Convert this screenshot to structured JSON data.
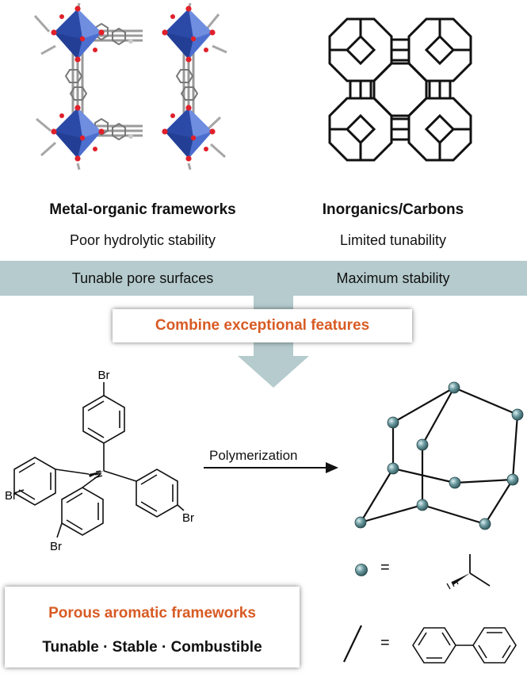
{
  "mof": {
    "title": "Metal-organic frameworks",
    "drawback": "Poor hydrolytic stability",
    "strength": "Tunable pore surfaces"
  },
  "inorganic": {
    "title": "Inorganics/Carbons",
    "drawback": "Limited tunability",
    "strength": "Maximum stability"
  },
  "combine_label": "Combine exceptional features",
  "reaction": {
    "arrow_label": "Polymerization",
    "substituent": "Br"
  },
  "legend": {
    "equals": "="
  },
  "paf": {
    "title": "Porous aromatic frameworks",
    "features": "Tunable · Stable · Combustible"
  },
  "colors": {
    "band": "#b5cbcd",
    "accent": "#d85b24",
    "octahedron": "#3d5fc0",
    "node": "#5f8d92"
  }
}
